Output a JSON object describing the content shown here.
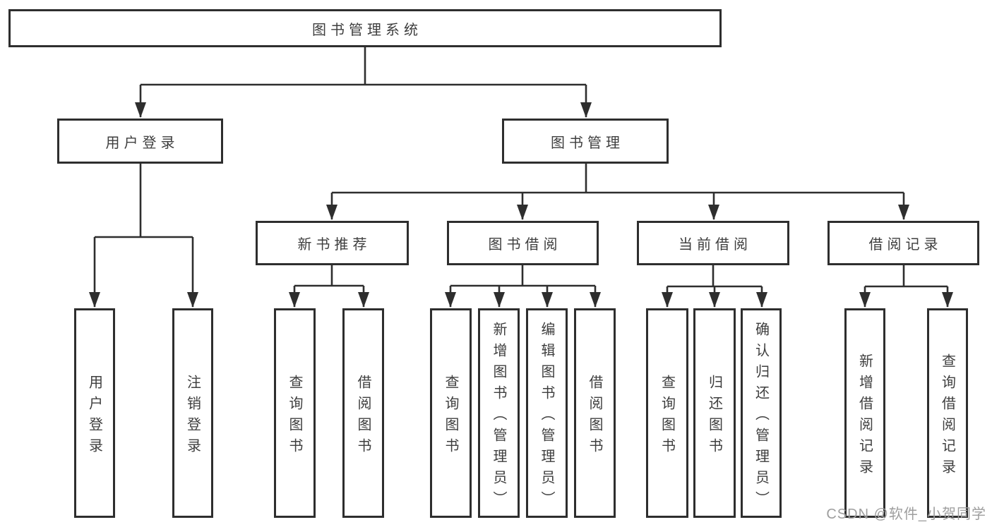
{
  "tree": {
    "root": {
      "label": "图书管理系统",
      "children": [
        {
          "label": "用户登录",
          "children": [
            {
              "label": "用户登录"
            },
            {
              "label": "注销登录"
            }
          ]
        },
        {
          "label": "图书管理",
          "children": [
            {
              "label": "新书推荐",
              "children": [
                {
                  "label": "查询图书"
                },
                {
                  "label": "借阅图书"
                }
              ]
            },
            {
              "label": "图书借阅",
              "children": [
                {
                  "label": "查询图书"
                },
                {
                  "label": "新增图书（管理员）"
                },
                {
                  "label": "编辑图书（管理员）"
                },
                {
                  "label": "借阅图书"
                }
              ]
            },
            {
              "label": "当前借阅",
              "children": [
                {
                  "label": "查询图书"
                },
                {
                  "label": "归还图书"
                },
                {
                  "label": "确认归还（管理员）"
                }
              ]
            },
            {
              "label": "借阅记录",
              "children": [
                {
                  "label": "新增借阅记录"
                },
                {
                  "label": "查询借阅记录"
                }
              ]
            }
          ]
        }
      ]
    }
  },
  "watermark": {
    "text": "CSDN @软件_小贺同学"
  },
  "colors": {
    "background": "#ffffff",
    "border": "#2e2e2e",
    "line": "#2e2e2e",
    "text": "#3e3e3e",
    "watermark": "#9e9e9e"
  }
}
